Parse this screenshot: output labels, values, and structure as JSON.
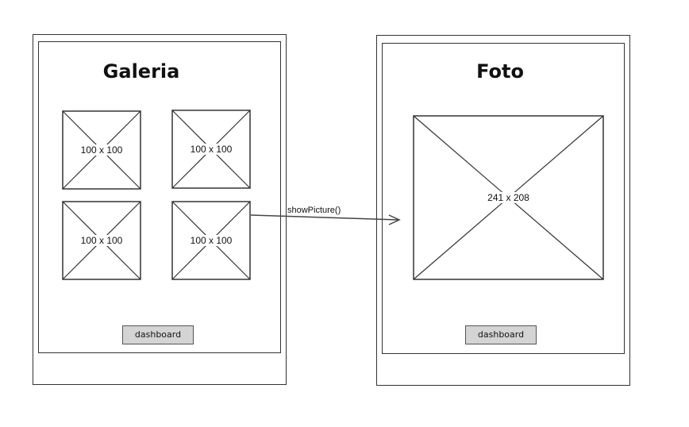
{
  "galeria": {
    "title": "Galeria",
    "thumbnails": [
      {
        "label": "100 x 100"
      },
      {
        "label": "100 x 100"
      },
      {
        "label": "100 x 100"
      },
      {
        "label": "100 x 100"
      }
    ],
    "button_label": "dashboard"
  },
  "foto": {
    "title": "Foto",
    "image_label": "241 x 208",
    "button_label": "dashboard"
  },
  "connector": {
    "label": "showPicture()"
  }
}
